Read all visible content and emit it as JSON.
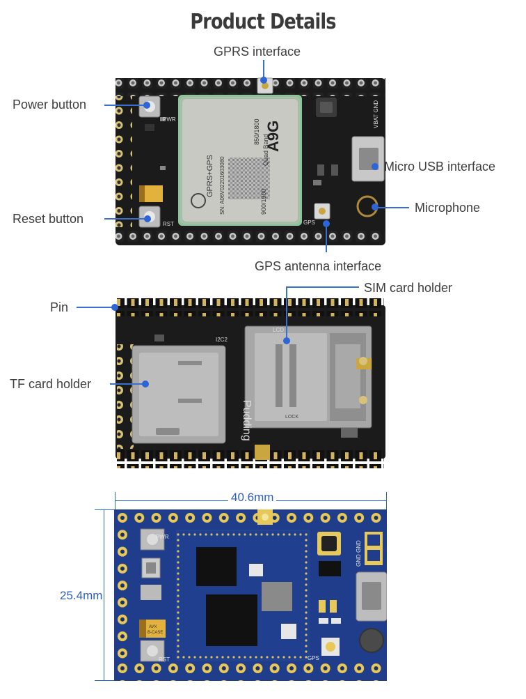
{
  "title": "Product Details",
  "labels": {
    "gprs": "GPRS interface",
    "power": "Power button",
    "reset": "Reset button",
    "usb": "Micro USB interface",
    "mic": "Microphone",
    "gps": "GPS antenna interface",
    "sim": "SIM card holder",
    "pin": "Pin",
    "tf": "TF card holder"
  },
  "dimensions": {
    "width": "40.6mm",
    "height": "25.4mm"
  },
  "board_text": {
    "module_brand": "A9G",
    "module_line1": "GPRS+GPS",
    "module_line2": "Quad Band",
    "module_line3": "850/1800",
    "module_line4": "900/1900",
    "module_sn": "SN: A06V02201603080",
    "pwr": "PWR",
    "rst": "RST",
    "gps_silk": "GPS",
    "vbat_gnd": "VBAT GND",
    "pudding": "Pudding",
    "i2c2": "I2C2",
    "lcd": "LCD",
    "lock": "LOCK",
    "gnd_gnd": "GND GND",
    "avx": "AVX",
    "bcase": "B-CASE"
  },
  "colors": {
    "accent": "#2d64d6",
    "pcb_black": "#1d1d1d",
    "pcb_blue": "#1f3d8a",
    "gold": "#c9a640"
  }
}
